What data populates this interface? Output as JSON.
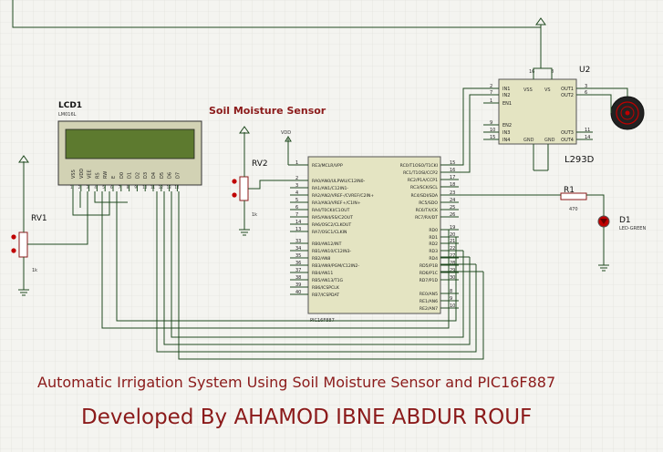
{
  "colors": {
    "background": "#f4f4f0",
    "grid": "#dcdcd6",
    "wire": "#1f4a1f",
    "component_outline": "#8b1a1a",
    "ic_fill": "#e4e4c2",
    "title_color": "#8b1a1a",
    "lcd_screen": "#5d7a2f",
    "led": "#c00000"
  },
  "labels": {
    "lcd_ref": "LCD1",
    "lcd_part": "LM016L",
    "sensor_title": "Soil Moisture Sensor",
    "vdd": "VDD",
    "rv2_ref": "RV2",
    "rv2_value": "1k",
    "rv1_ref": "RV1",
    "rv1_value": "1k",
    "mcu_part": "PIC16F887",
    "u2_ref": "U2",
    "u2_part": "L293D",
    "r1_ref": "R1",
    "r1_value": "470",
    "d1_ref": "D1",
    "d1_part": "LED-GREEN",
    "footer_title": "Automatic Irrigation System Using Soil Moisture Sensor and PIC16F887",
    "footer_credit": "Developed By AHAMOD IBNE ABDUR ROUF"
  },
  "lcd_pins": [
    "VSS",
    "VDD",
    "VEE",
    "RS",
    "RW",
    "E",
    "D0",
    "D1",
    "D2",
    "D3",
    "D4",
    "D5",
    "D6",
    "D7"
  ],
  "lcd_pin_numbers": [
    "1",
    "2",
    "3",
    "4",
    "5",
    "6",
    "7",
    "8",
    "9",
    "10",
    "11",
    "12",
    "13",
    "14"
  ],
  "mcu": {
    "left_pins": [
      {
        "num": "1",
        "name": "RE3/MCLR/VPP"
      },
      {
        "num": "2",
        "name": "RA0/AN0/ULPWU/C12IN0-"
      },
      {
        "num": "3",
        "name": "RA1/AN1/C12IN1-"
      },
      {
        "num": "4",
        "name": "RA2/AN2/VREF-/CVREF/C2IN+"
      },
      {
        "num": "5",
        "name": "RA3/AN3/VREF+/C1IN+"
      },
      {
        "num": "6",
        "name": "RA4/T0CKI/C1OUT"
      },
      {
        "num": "7",
        "name": "RA5/AN4/SS/C2OUT"
      },
      {
        "num": "14",
        "name": "RA6/OSC2/CLKOUT"
      },
      {
        "num": "13",
        "name": "RA7/OSC1/CLKIN"
      },
      {
        "num": "33",
        "name": "RB0/AN12/INT"
      },
      {
        "num": "34",
        "name": "RB1/AN10/C12IN3-"
      },
      {
        "num": "35",
        "name": "RB2/AN8"
      },
      {
        "num": "36",
        "name": "RB3/AN9/PGM/C12IN2-"
      },
      {
        "num": "37",
        "name": "RB4/AN11"
      },
      {
        "num": "38",
        "name": "RB5/AN13/T1G"
      },
      {
        "num": "39",
        "name": "RB6/ICSPCLK"
      },
      {
        "num": "40",
        "name": "RB7/ICSPDAT"
      }
    ],
    "right_pins": [
      {
        "num": "15",
        "name": "RC0/T1OSO/T1CKI"
      },
      {
        "num": "16",
        "name": "RC1/T1OSI/CCP2"
      },
      {
        "num": "17",
        "name": "RC2/P1A/CCP1"
      },
      {
        "num": "18",
        "name": "RC3/SCK/SCL"
      },
      {
        "num": "23",
        "name": "RC4/SDI/SDA"
      },
      {
        "num": "24",
        "name": "RC5/SDO"
      },
      {
        "num": "25",
        "name": "RC6/TX/CK"
      },
      {
        "num": "26",
        "name": "RC7/RX/DT"
      },
      {
        "num": "19",
        "name": "RD0"
      },
      {
        "num": "20",
        "name": "RD1"
      },
      {
        "num": "21",
        "name": "RD2"
      },
      {
        "num": "22",
        "name": "RD3"
      },
      {
        "num": "27",
        "name": "RD4"
      },
      {
        "num": "28",
        "name": "RD5/P1B"
      },
      {
        "num": "29",
        "name": "RD6/P1C"
      },
      {
        "num": "30",
        "name": "RD7/P1D"
      },
      {
        "num": "8",
        "name": "RE0/AN5"
      },
      {
        "num": "9",
        "name": "RE1/AN6"
      },
      {
        "num": "10",
        "name": "RE2/AN7"
      }
    ]
  },
  "u2": {
    "left_pins": [
      {
        "num": "2",
        "name": "IN1"
      },
      {
        "num": "7",
        "name": "IN2"
      },
      {
        "num": "1",
        "name": "EN1"
      },
      {
        "num": "9",
        "name": "EN2"
      },
      {
        "num": "10",
        "name": "IN3"
      },
      {
        "num": "15",
        "name": "IN4"
      }
    ],
    "right_pins": [
      {
        "num": "3",
        "name": "OUT1"
      },
      {
        "num": "6",
        "name": "OUT2"
      },
      {
        "num": "11",
        "name": "OUT3"
      },
      {
        "num": "14",
        "name": "OUT4"
      }
    ],
    "top_labels": [
      "VSS",
      "VS"
    ],
    "top_nums": [
      "16",
      "8"
    ],
    "bottom_labels": [
      "GND",
      "GND"
    ]
  }
}
